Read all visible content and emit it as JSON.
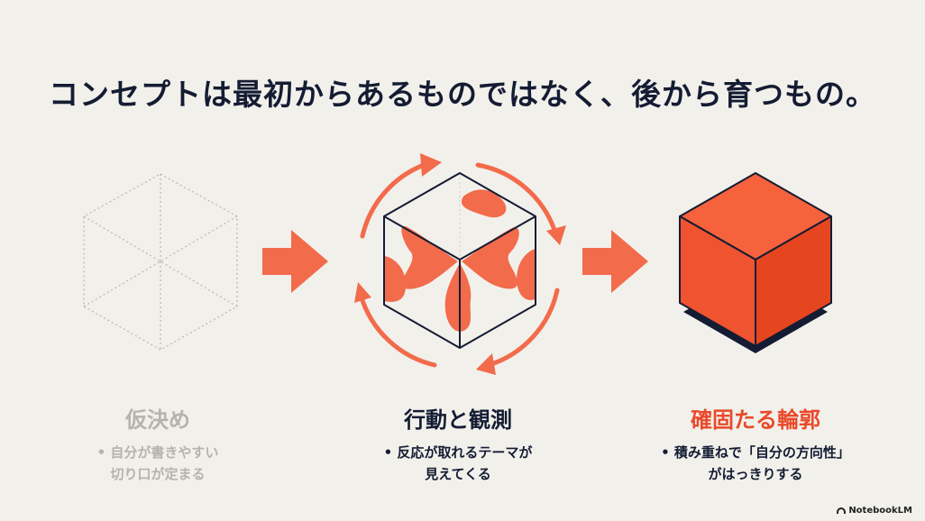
{
  "title": "コンセプトは最初からあるものではなく、後から育つもの。",
  "colors": {
    "accent": "#f26b4b",
    "accent_dark": "#e94a2a",
    "navy": "#141c33",
    "muted": "#b6b3ad",
    "background": "#f2f0eb"
  },
  "stages": [
    {
      "title": "仮決め",
      "lines": [
        "• 自分が書きやすい",
        "切り口が定まる"
      ]
    },
    {
      "title": "行動と観測",
      "lines": [
        "• 反応が取れるテーマが",
        "見えてくる"
      ]
    },
    {
      "title": "確固たる輪郭",
      "lines": [
        "• 積み重ねで「自分の方向性」",
        "がはっきりする"
      ]
    }
  ],
  "watermark": {
    "icon": "notebooklm-logo-icon",
    "text": "NotebookLM"
  }
}
